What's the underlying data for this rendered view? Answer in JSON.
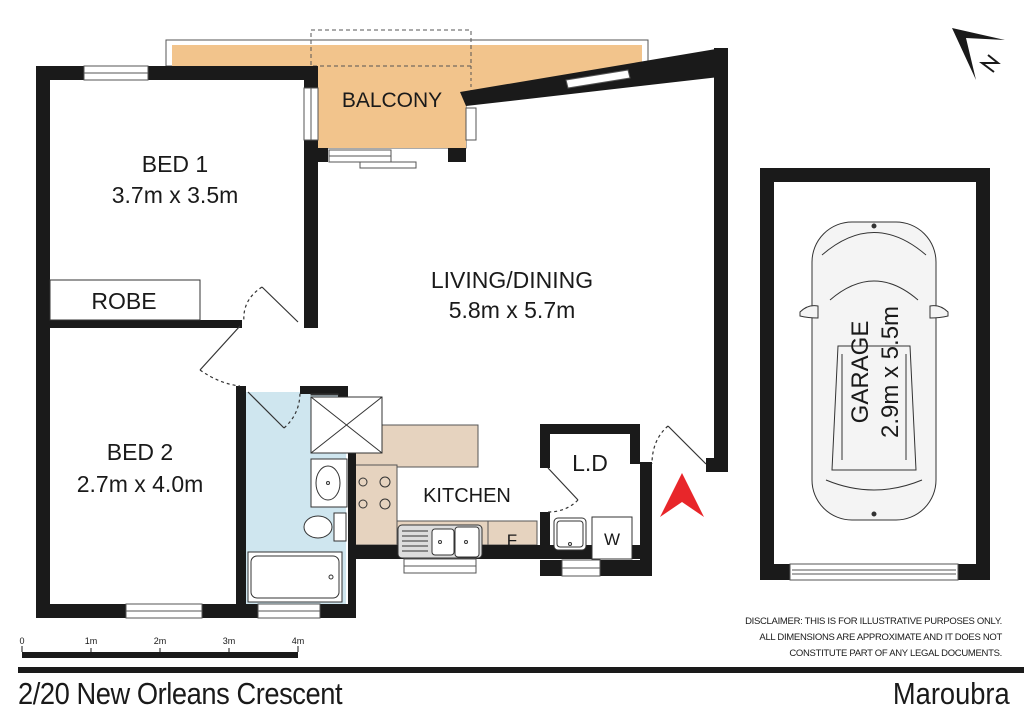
{
  "property": {
    "address": "2/20 New Orleans Crescent",
    "suburb": "Maroubra"
  },
  "rooms": {
    "balcony": {
      "name": "BALCONY"
    },
    "bed1": {
      "name": "BED 1",
      "size": "3.7m x 3.5m"
    },
    "robe": {
      "name": "ROBE"
    },
    "bed2": {
      "name": "BED 2",
      "size": "2.7m x 4.0m"
    },
    "living": {
      "name": "LIVING/DINING",
      "size": "5.8m x 5.7m"
    },
    "kitchen": {
      "name": "KITCHEN"
    },
    "laundry": {
      "name": "L.D"
    },
    "garage": {
      "name": "GARAGE",
      "size": "2.9m x 5.5m"
    }
  },
  "fixtures": {
    "fridge": "F",
    "washer": "W"
  },
  "compass": {
    "label": "N"
  },
  "scale_bar": {
    "ticks": [
      "0",
      "1m",
      "2m",
      "3m",
      "4m"
    ]
  },
  "disclaimer": {
    "lines": [
      "DISCLAIMER: THIS IS FOR ILLUSTRATIVE PURPOSES ONLY.",
      "ALL DIMENSIONS ARE APPROXIMATE AND IT DOES NOT",
      "CONSTITUTE PART OF ANY LEGAL DOCUMENTS."
    ]
  },
  "colors": {
    "wall": "#1a1a1a",
    "balcony": "#f2c48c",
    "bathroom": "#cfe6ef",
    "kitchen_bench": "#e6d3bf",
    "entry_arrow": "#e8262a"
  }
}
